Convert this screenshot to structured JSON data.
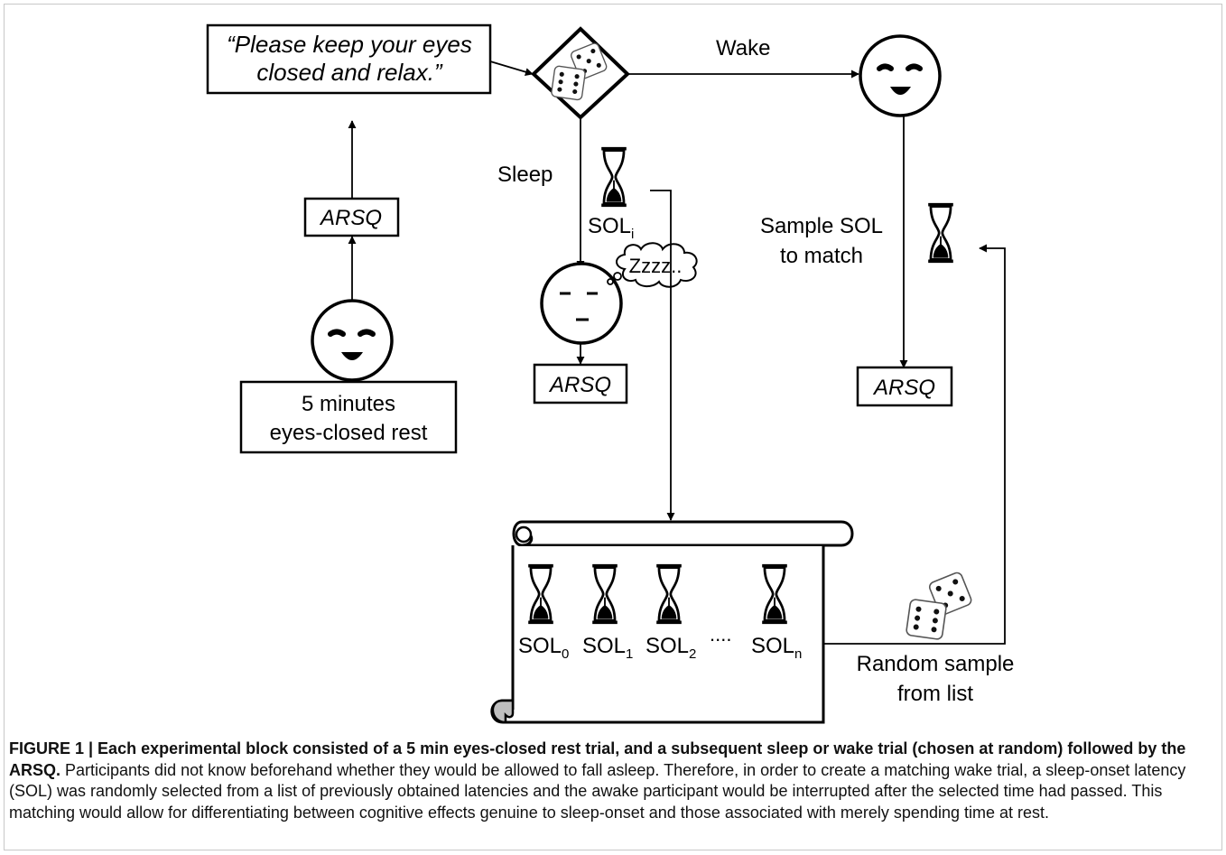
{
  "prompt_text": {
    "line1": "“Please keep your eyes",
    "line2": "closed and relax.”"
  },
  "labels": {
    "wake": "Wake",
    "sleep": "Sleep",
    "sol_i_base": "SOL",
    "sol_i_sub": "i",
    "sample_sol_line1": "Sample SOL",
    "sample_sol_line2": "to match",
    "zzz": "Zzzz..",
    "random_sample_line1": "Random sample",
    "random_sample_line2": "from list",
    "ellipsis": "...."
  },
  "boxes": {
    "arsq_left": "ARSQ",
    "arsq_sleep": "ARSQ",
    "arsq_wake": "ARSQ",
    "rest_line1": "5 minutes",
    "rest_line2": "eyes-closed rest"
  },
  "sol_list": [
    {
      "base": "SOL",
      "sub": "0"
    },
    {
      "base": "SOL",
      "sub": "1"
    },
    {
      "base": "SOL",
      "sub": "2"
    },
    {
      "base": "SOL",
      "sub": "n"
    }
  ],
  "caption": {
    "bold": "FIGURE 1 | Each experimental block consisted of a 5 min eyes-closed rest trial, and a subsequent sleep or wake trial (chosen at random) followed by the ARSQ.",
    "text": " Participants did not know beforehand whether they would be allowed to fall asleep. Therefore, in order to create a matching wake trial, a sleep-onset latency (SOL) was randomly selected from a list of previously obtained latencies and the awake participant would be interrupted after the selected time had passed. This matching would allow for differentiating between cognitive effects genuine to sleep-onset and those associated with merely spending time at rest."
  },
  "colors": {
    "caption_bg": "#e4edf5",
    "stroke": "#000000",
    "scroll_curl": "#bfbfbf"
  }
}
